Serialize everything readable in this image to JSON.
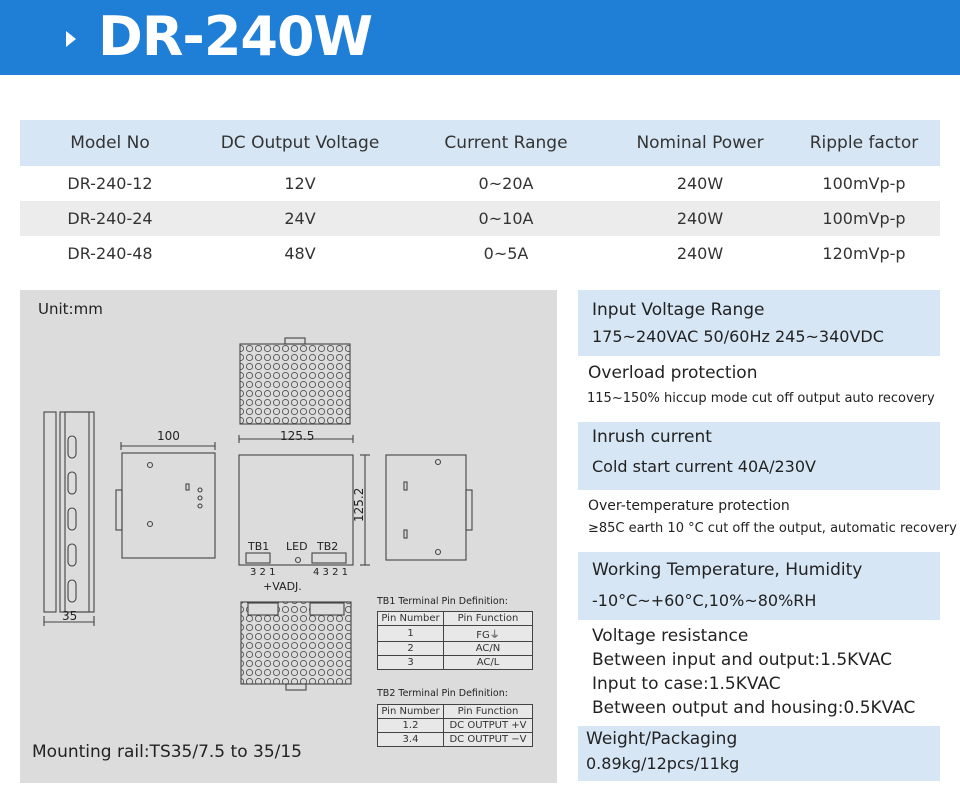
{
  "header": {
    "title": "DR-240W",
    "accent": "#1f7fd6"
  },
  "spec_table": {
    "columns": [
      "Model No",
      "DC Output Voltage",
      "Current Range",
      "Nominal Power",
      "Ripple factor"
    ],
    "rows": [
      [
        "DR-240-12",
        "12V",
        "0~20A",
        "240W",
        "100mVp-p"
      ],
      [
        "DR-240-24",
        "24V",
        "0~10A",
        "240W",
        "100mVp-p"
      ],
      [
        "DR-240-48",
        "48V",
        "0~5A",
        "240W",
        "120mVp-p"
      ]
    ]
  },
  "drawing": {
    "unit": "Unit:mm",
    "mounting": "Mounting rail:TS35/7.5 to 35/15",
    "dim_100": "100",
    "dim_1255": "125.5",
    "dim_1252": "125.2",
    "dim_35": "35",
    "tb1": "TB1",
    "led": "LED",
    "tb2": "TB2",
    "tb1_pins": "3 2 1",
    "tb2_pins": "4 3 2 1",
    "vadj": "+VADJ.",
    "tb1_def": {
      "caption": "TB1 Terminal Pin Definition:",
      "head": [
        "Pin Number",
        "Pin Function"
      ],
      "rows": [
        [
          "1",
          "FG⏚"
        ],
        [
          "2",
          "AC/N"
        ],
        [
          "3",
          "AC/L"
        ]
      ]
    },
    "tb2_def": {
      "caption": "TB2 Terminal Pin Definition:",
      "head": [
        "Pin Number",
        "Pin Function"
      ],
      "rows": [
        [
          "1.2",
          "DC OUTPUT +V"
        ],
        [
          "3.4",
          "DC OUTPUT −V"
        ]
      ]
    }
  },
  "specs": {
    "input_title": "Input Voltage Range",
    "input_value": "175~240VAC 50/60Hz 245~340VDC",
    "overload_title": "Overload protection",
    "overload_value": "115~150% hiccup mode cut off output auto recovery",
    "inrush_title": "Inrush current",
    "inrush_value": "Cold start current 40A/230V",
    "overtemp_title": "Over-temperature protection",
    "overtemp_value": "≥85C earth 10 °C cut off the output, automatic recovery",
    "worktemp_title": "Working Temperature, Humidity",
    "worktemp_value": "-10°C~+60°C,10%~80%RH",
    "volt_title": "Voltage resistance",
    "volt_line1": "Between input and output:1.5KVAC",
    "volt_line2": "Input to case:1.5KVAC",
    "volt_line3": "Between output and housing:0.5KVAC",
    "weight_title": "Weight/Packaging",
    "weight_value": "0.89kg/12pcs/11kg"
  }
}
